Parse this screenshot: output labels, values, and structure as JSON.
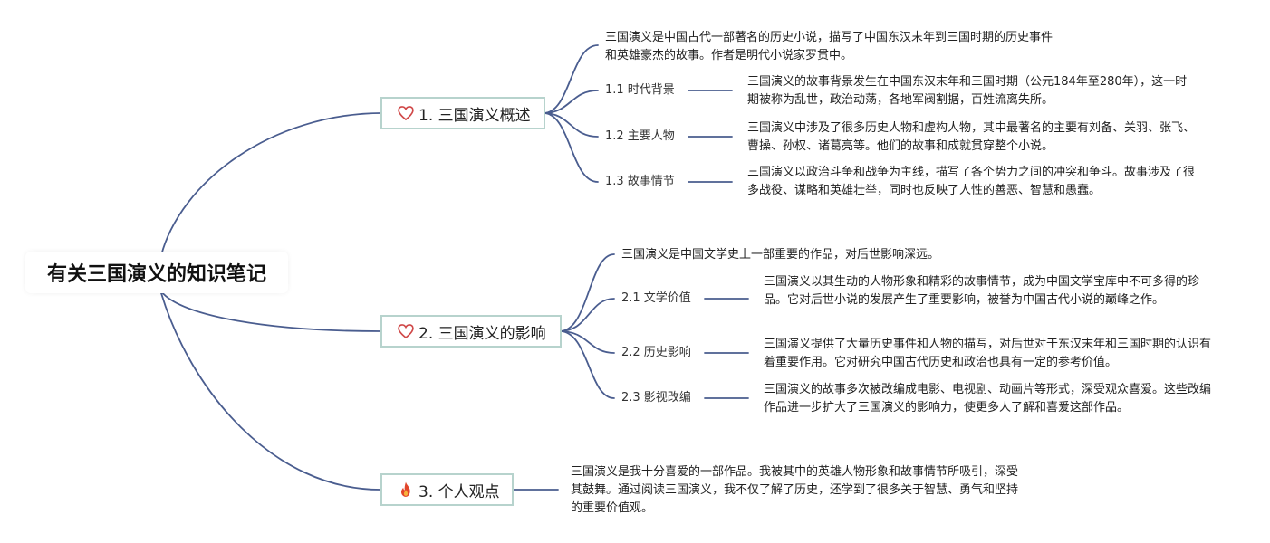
{
  "root": {
    "title": "有关三国演义的知识笔记"
  },
  "topics": [
    {
      "title": "1. 三国演义概述",
      "icon": "heart-icon",
      "summary": "三国演义是中国古代一部著名的历史小说，描写了中国东汉末年到三国时期的历史事件和英雄豪杰的故事。作者是明代小说家罗贯中。",
      "subtopics": [
        {
          "label": "1.1 时代背景",
          "text": "三国演义的故事背景发生在中国东汉末年和三国时期（公元184年至280年），这一时期被称为乱世，政治动荡，各地军阀割据，百姓流离失所。"
        },
        {
          "label": "1.2 主要人物",
          "text": "三国演义中涉及了很多历史人物和虚构人物，其中最著名的主要有刘备、关羽、张飞、曹操、孙权、诸葛亮等。他们的故事和成就贯穿整个小说。"
        },
        {
          "label": "1.3 故事情节",
          "text": "三国演义以政治斗争和战争为主线，描写了各个势力之间的冲突和争斗。故事涉及了很多战役、谋略和英雄壮举，同时也反映了人性的善恶、智慧和愚蠢。"
        }
      ]
    },
    {
      "title": "2. 三国演义的影响",
      "icon": "heart-icon",
      "summary": "三国演义是中国文学史上一部重要的作品，对后世影响深远。",
      "subtopics": [
        {
          "label": "2.1 文学价值",
          "text": "三国演义以其生动的人物形象和精彩的故事情节，成为中国文学宝库中不可多得的珍品。它对后世小说的发展产生了重要影响，被誉为中国古代小说的巅峰之作。"
        },
        {
          "label": "2.2 历史影响",
          "text": "三国演义提供了大量历史事件和人物的描写，对后世对于东汉末年和三国时期的认识有着重要作用。它对研究中国古代历史和政治也具有一定的参考价值。"
        },
        {
          "label": "2.3 影视改编",
          "text": "三国演义的故事多次被改编成电影、电视剧、动画片等形式，深受观众喜爱。这些改编作品进一步扩大了三国演义的影响力，使更多人了解和喜爱这部作品。"
        }
      ]
    },
    {
      "title": "3. 个人观点",
      "icon": "fire-icon",
      "summary": "三国演义是我十分喜爱的一部作品。我被其中的英雄人物形象和故事情节所吸引，深受其鼓舞。通过阅读三国演义，我不仅了解了历史，还学到了很多关于智慧、勇气和坚持的重要价值观。",
      "subtopics": []
    }
  ],
  "colors": {
    "link": "#4a5d8f",
    "topic_border": "#b7d3cd",
    "heart": "#d04848",
    "fire": "#e2452a"
  }
}
